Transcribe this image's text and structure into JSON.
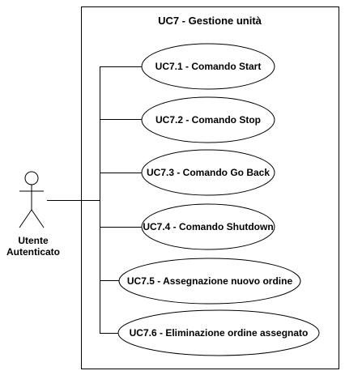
{
  "system": {
    "title": "UC7 - Gestione unità"
  },
  "actor": {
    "name_line1": "Utente",
    "name_line2": "Autenticato"
  },
  "use_cases": [
    {
      "label": "UC7.1 - Comando Start"
    },
    {
      "label": "UC7.2 - Comando Stop"
    },
    {
      "label": "UC7.3 - Comando Go Back"
    },
    {
      "label": "UC7.4 - Comando Shutdown"
    },
    {
      "label": "UC7.5 - Assegnazione nuovo ordine"
    },
    {
      "label": "UC7.6 - Eliminazione ordine assegnato"
    }
  ]
}
